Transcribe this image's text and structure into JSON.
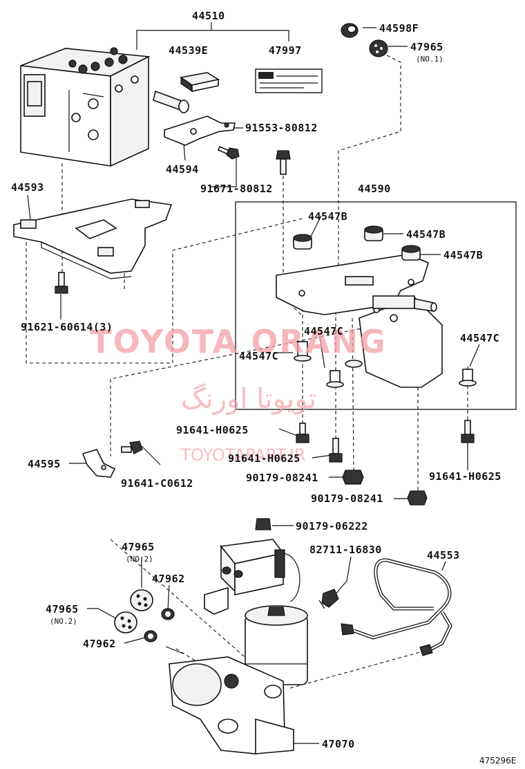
{
  "labels": {
    "p44510": "44510",
    "p44539E": "44539E",
    "p47997": "47997",
    "p44598F": "44598F",
    "p47965_no1": "47965",
    "no1": "(NO.1)",
    "p91553": "91553-80812",
    "p44594": "44594",
    "p91671": "91671-80812",
    "p44593": "44593",
    "p44590": "44590",
    "p44547B_1": "44547B",
    "p44547B_2": "44547B",
    "p44547B_3": "44547B",
    "p91621": "91621-60614(3)",
    "p44547C_1": "44547C",
    "p44547C_2": "44547C",
    "p44547C_3": "44547C",
    "p91641H_1": "91641-H0625",
    "p91641H_2": "91641-H0625",
    "p91641H_3": "91641-H0625",
    "p44595": "44595",
    "p91641C": "91641-C0612",
    "p90179_1": "90179-08241",
    "p90179_2": "90179-08241",
    "p90179_3": "90179-06222",
    "p47965_no2a": "47965",
    "no2a": "(NO.2)",
    "p47962_1": "47962",
    "p82711": "82711-16830",
    "p44553": "44553",
    "p47965_no2b": "47965",
    "no2b": "(NO.2)",
    "p47962_2": "47962",
    "p47070": "47070",
    "diagram_code": "475296E"
  },
  "watermark": {
    "brand": "TOYOTA ORANG",
    "persian": "تویوتا اورنگ",
    "site": "TOYOTAPART.IR",
    "color": "#f4a0a8"
  }
}
